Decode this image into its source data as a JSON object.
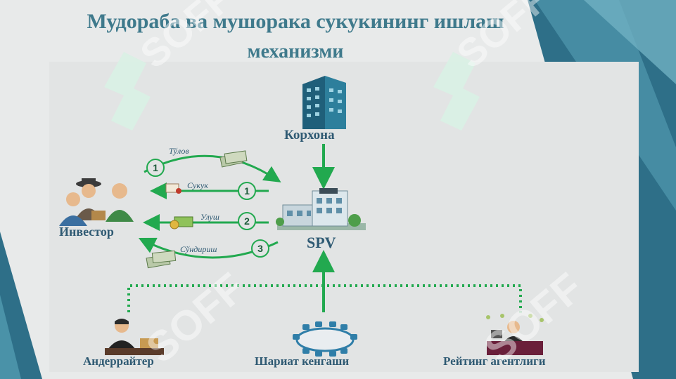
{
  "title": {
    "line1": "Мудораба ва мушорака сукукининг ишлаш",
    "line2": "механизми"
  },
  "nodes": {
    "company": "Корхона",
    "spv": "SPV",
    "investor": "Инвестор",
    "underwriter": "Андеррайтер",
    "sharia_board": "Шариат кенгаши",
    "rating_agency": "Рейтинг агентлиги"
  },
  "flows": [
    {
      "number": "1",
      "label": "Тўлов"
    },
    {
      "number": "1",
      "label": "Сукук"
    },
    {
      "number": "2",
      "label": "Улуш"
    },
    {
      "number": "3",
      "label": "Сўндириш"
    }
  ],
  "watermark": "SOFF",
  "colors": {
    "title": "#3f7a8c",
    "label": "#2f5a73",
    "arrow_green": "#22a94f",
    "accent_teal": "#2e6f88"
  }
}
